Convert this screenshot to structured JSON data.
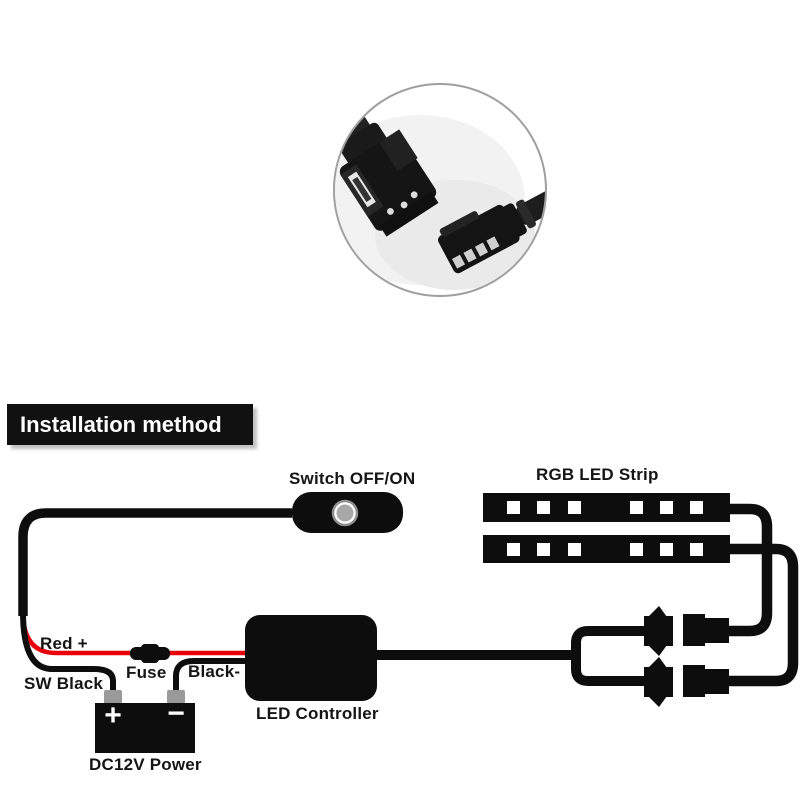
{
  "banner": {
    "title": "Installation method"
  },
  "labels": {
    "switch": "Switch OFF/ON",
    "led_strip": "RGB LED Strip",
    "red_wire": "Red +",
    "sw_black": "SW Black",
    "fuse": "Fuse",
    "black_minus": "Black-",
    "controller": "LED Controller",
    "power": "DC12V Power"
  },
  "battery": {
    "positive": "+",
    "negative": "−"
  },
  "colors": {
    "wire_black": "#0d0d0d",
    "wire_red": "#e8000d",
    "terminal_gray": "#9a9a9a",
    "button_gray": "#a8a8a8",
    "button_ring": "#8f8f8f",
    "banner_bg": "#111111",
    "banner_text": "#ffffff"
  }
}
